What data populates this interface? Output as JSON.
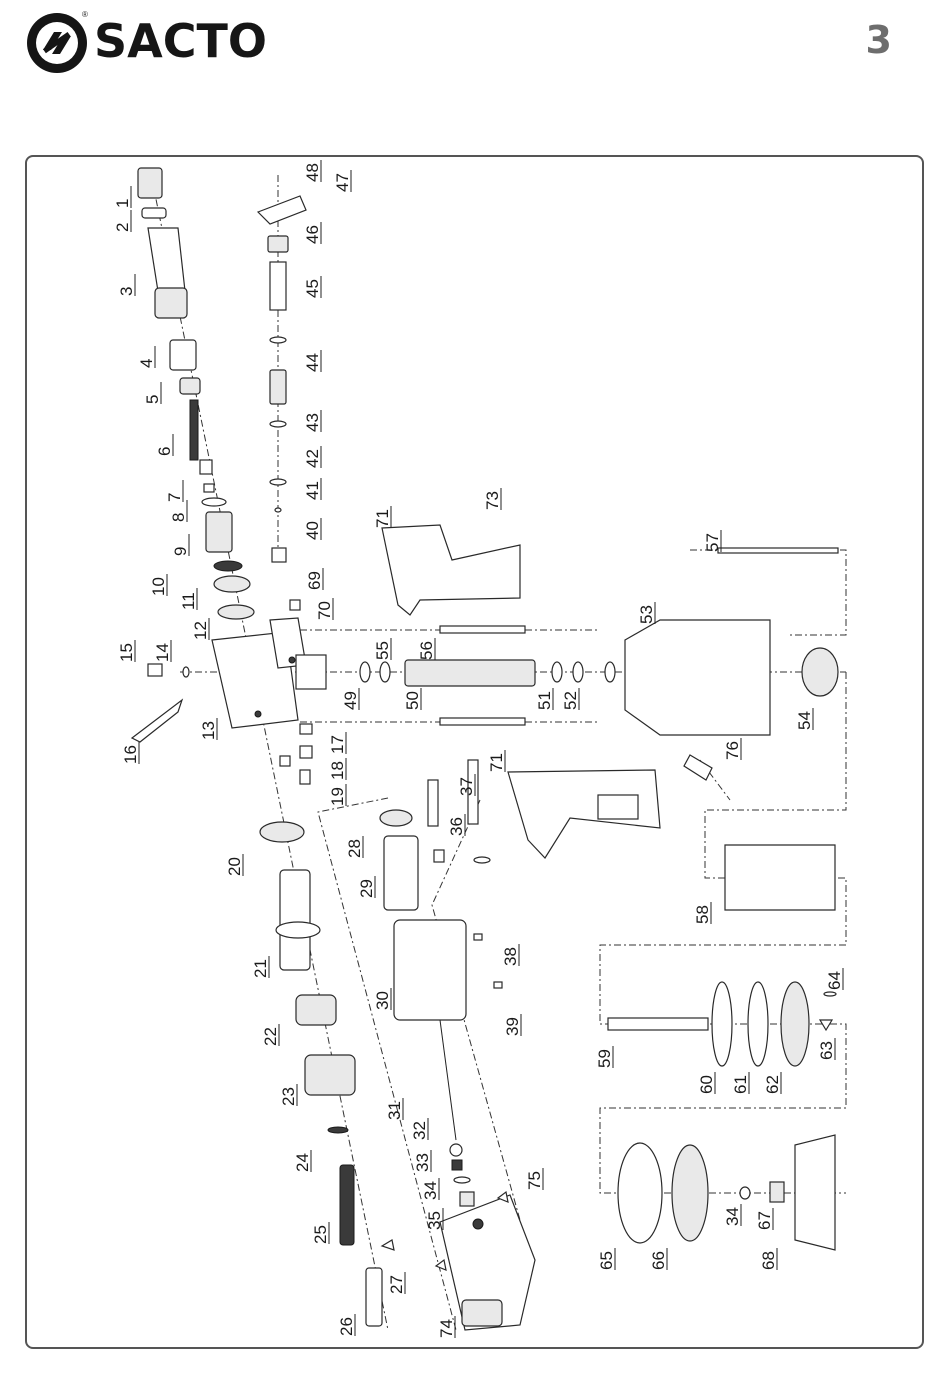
{
  "brand": {
    "name": "SACTO",
    "registered": "®"
  },
  "page": {
    "number": "3"
  },
  "diagram": {
    "type": "exploded parts view",
    "callouts": [
      {
        "id": "c1",
        "label": "1"
      },
      {
        "id": "c2",
        "label": "2"
      },
      {
        "id": "c3",
        "label": "3"
      },
      {
        "id": "c4",
        "label": "4"
      },
      {
        "id": "c5",
        "label": "5"
      },
      {
        "id": "c6",
        "label": "6"
      },
      {
        "id": "c7",
        "label": "7"
      },
      {
        "id": "c8",
        "label": "8"
      },
      {
        "id": "c9",
        "label": "9"
      },
      {
        "id": "c10",
        "label": "10"
      },
      {
        "id": "c11",
        "label": "11"
      },
      {
        "id": "c12",
        "label": "12"
      },
      {
        "id": "c13",
        "label": "13"
      },
      {
        "id": "c14",
        "label": "14"
      },
      {
        "id": "c15",
        "label": "15"
      },
      {
        "id": "c16",
        "label": "16"
      },
      {
        "id": "c17",
        "label": "17"
      },
      {
        "id": "c18",
        "label": "18"
      },
      {
        "id": "c19",
        "label": "19"
      },
      {
        "id": "c20",
        "label": "20"
      },
      {
        "id": "c21",
        "label": "21"
      },
      {
        "id": "c22",
        "label": "22"
      },
      {
        "id": "c23",
        "label": "23"
      },
      {
        "id": "c24",
        "label": "24"
      },
      {
        "id": "c25",
        "label": "25"
      },
      {
        "id": "c26",
        "label": "26"
      },
      {
        "id": "c27",
        "label": "27"
      },
      {
        "id": "c28",
        "label": "28"
      },
      {
        "id": "c29",
        "label": "29"
      },
      {
        "id": "c30",
        "label": "30"
      },
      {
        "id": "c31",
        "label": "31"
      },
      {
        "id": "c32",
        "label": "32"
      },
      {
        "id": "c33",
        "label": "33"
      },
      {
        "id": "c34a",
        "label": "34"
      },
      {
        "id": "c35",
        "label": "35"
      },
      {
        "id": "c36",
        "label": "36"
      },
      {
        "id": "c37",
        "label": "37"
      },
      {
        "id": "c38",
        "label": "38"
      },
      {
        "id": "c39",
        "label": "39"
      },
      {
        "id": "c40",
        "label": "40"
      },
      {
        "id": "c41",
        "label": "41"
      },
      {
        "id": "c42",
        "label": "42"
      },
      {
        "id": "c43",
        "label": "43"
      },
      {
        "id": "c44",
        "label": "44"
      },
      {
        "id": "c45",
        "label": "45"
      },
      {
        "id": "c46",
        "label": "46"
      },
      {
        "id": "c47",
        "label": "47"
      },
      {
        "id": "c48",
        "label": "48"
      },
      {
        "id": "c49",
        "label": "49"
      },
      {
        "id": "c50",
        "label": "50"
      },
      {
        "id": "c51",
        "label": "51"
      },
      {
        "id": "c52",
        "label": "52"
      },
      {
        "id": "c53",
        "label": "53"
      },
      {
        "id": "c54",
        "label": "54"
      },
      {
        "id": "c55",
        "label": "55"
      },
      {
        "id": "c56",
        "label": "56"
      },
      {
        "id": "c57",
        "label": "57"
      },
      {
        "id": "c58",
        "label": "58"
      },
      {
        "id": "c59",
        "label": "59"
      },
      {
        "id": "c60",
        "label": "60"
      },
      {
        "id": "c61",
        "label": "61"
      },
      {
        "id": "c62",
        "label": "62"
      },
      {
        "id": "c63",
        "label": "63"
      },
      {
        "id": "c64",
        "label": "64"
      },
      {
        "id": "c65",
        "label": "65"
      },
      {
        "id": "c66",
        "label": "66"
      },
      {
        "id": "c67",
        "label": "67"
      },
      {
        "id": "c68",
        "label": "68"
      },
      {
        "id": "c69",
        "label": "69"
      },
      {
        "id": "c70",
        "label": "70"
      },
      {
        "id": "c71a",
        "label": "71"
      },
      {
        "id": "c71b",
        "label": "71"
      },
      {
        "id": "c73",
        "label": "73"
      },
      {
        "id": "c74",
        "label": "74"
      },
      {
        "id": "c75",
        "label": "75"
      },
      {
        "id": "c76",
        "label": "76"
      },
      {
        "id": "c34b",
        "label": "34"
      }
    ]
  }
}
